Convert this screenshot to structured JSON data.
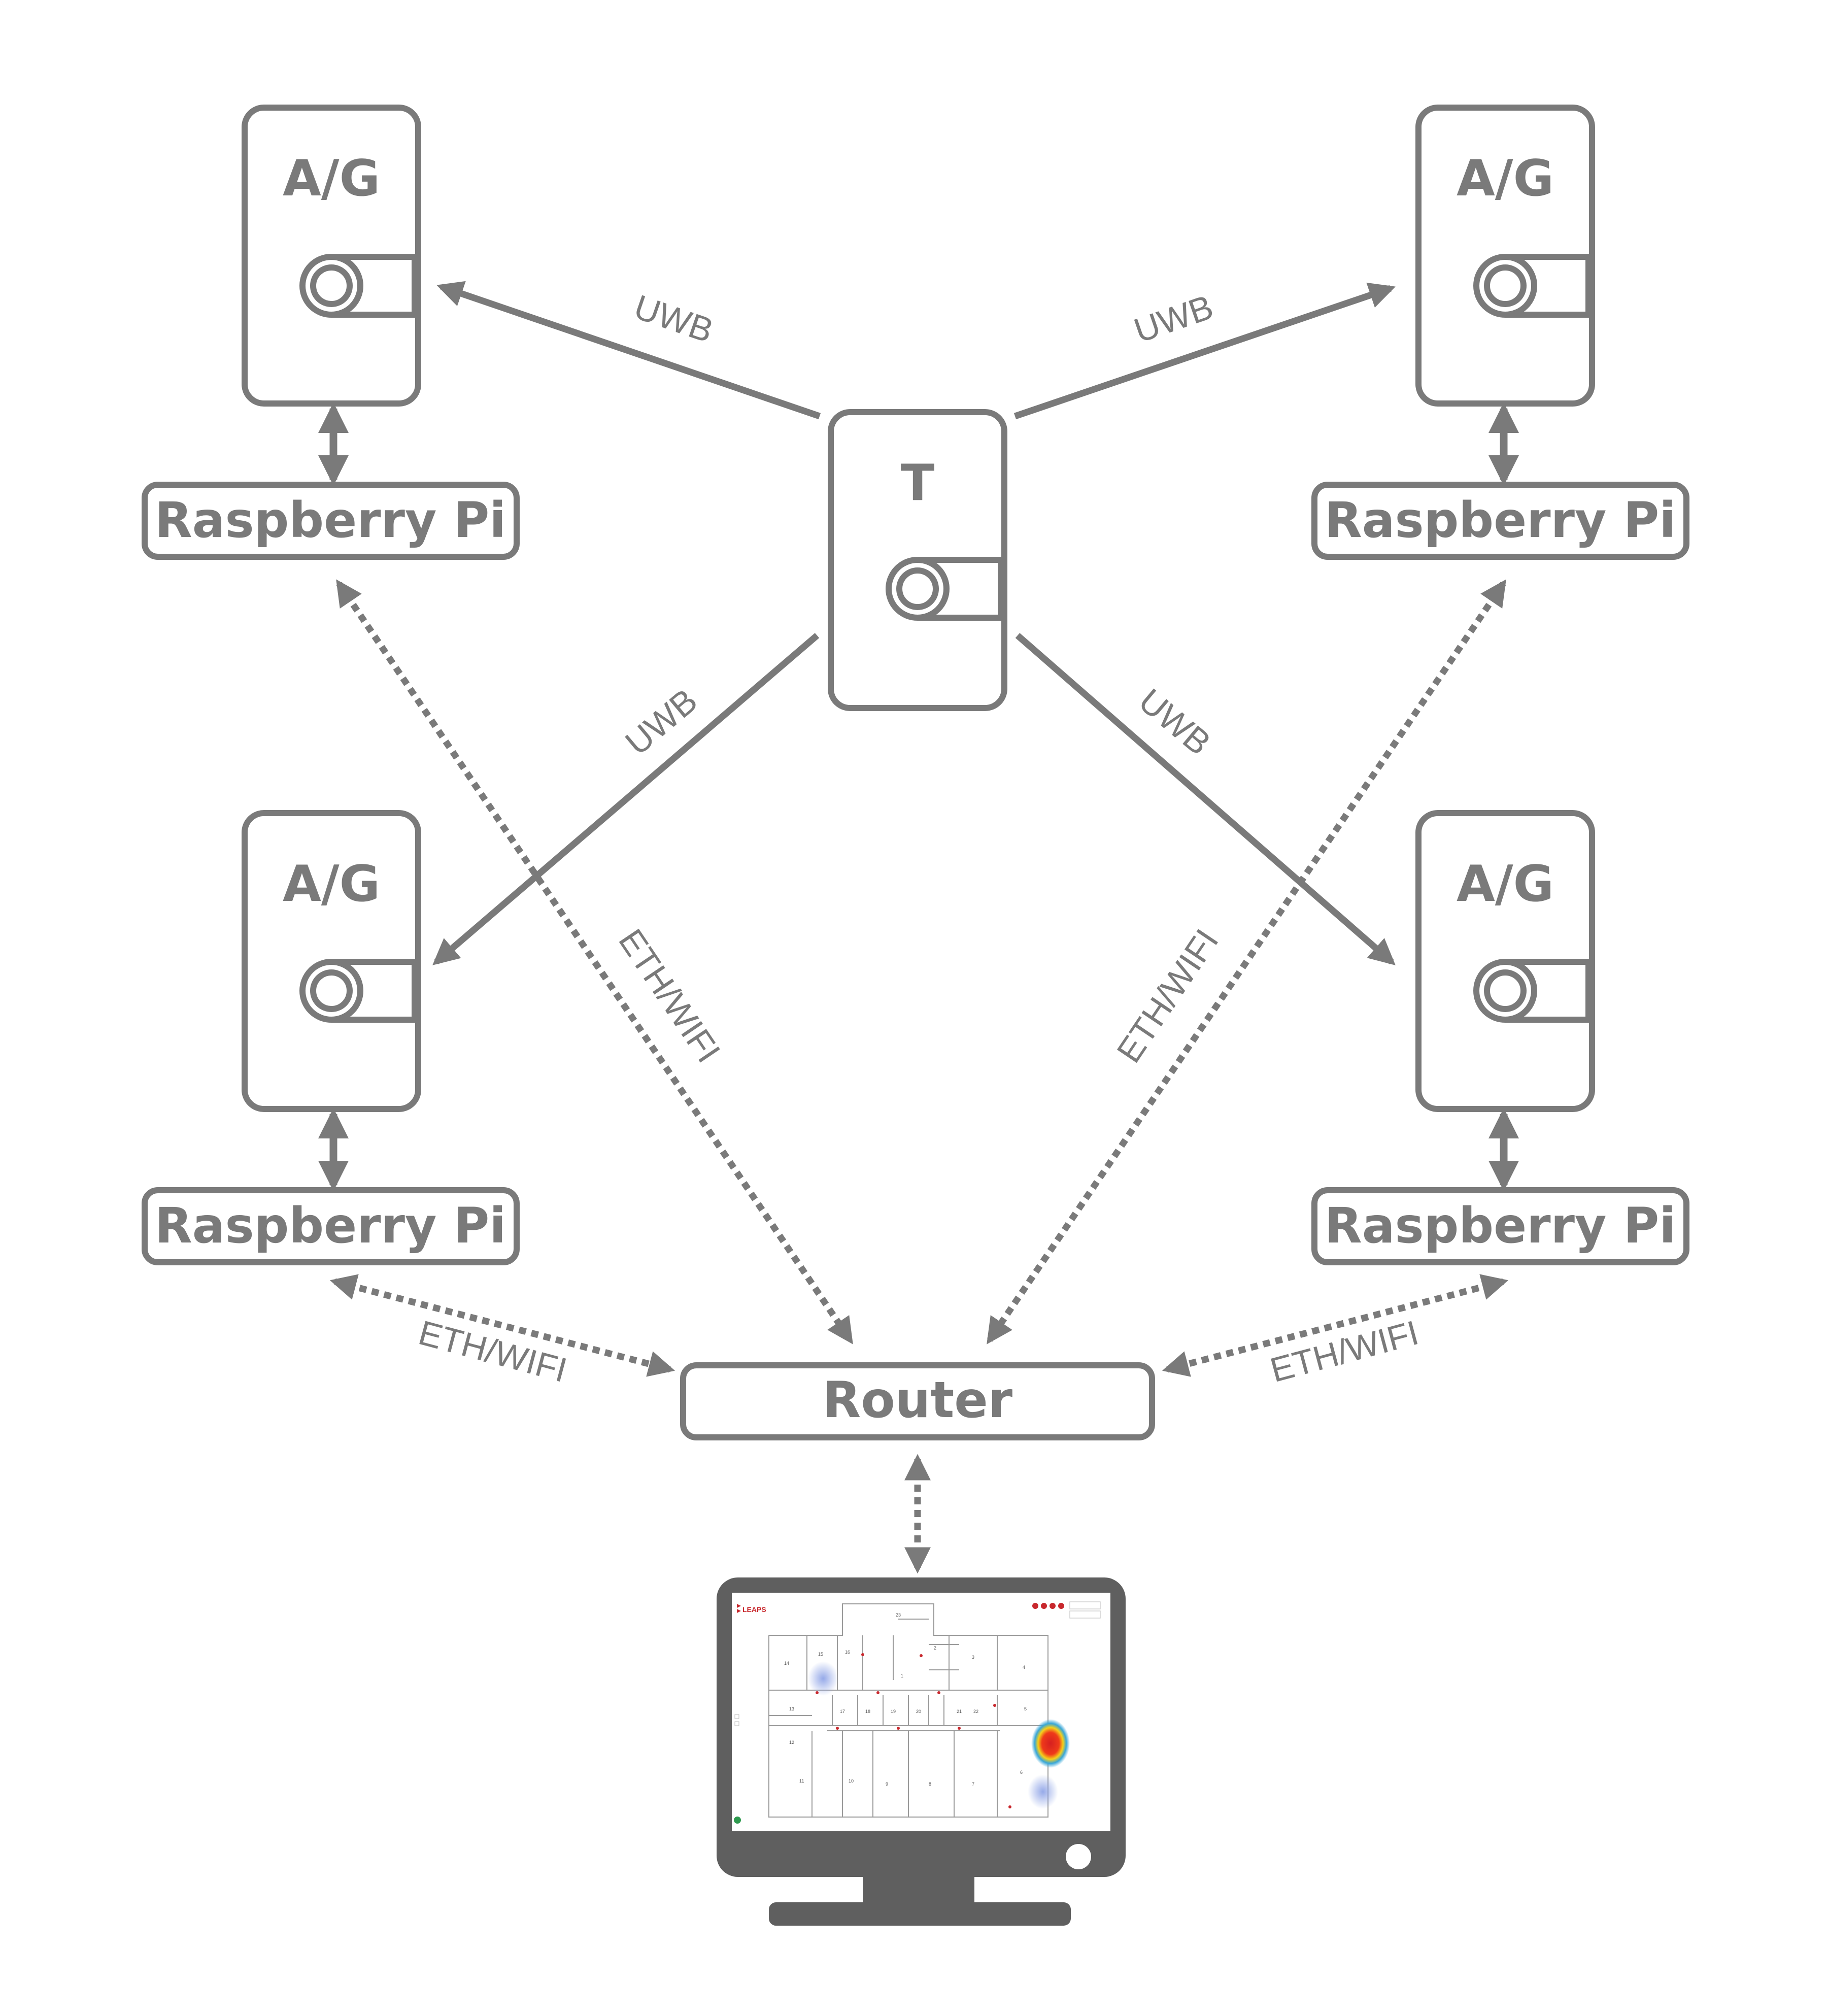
{
  "colors": {
    "stroke": "#7a7a7a",
    "monitor": "#5f5f5f",
    "accent": "#c8282d",
    "background": "#ffffff"
  },
  "tag": {
    "label": "T"
  },
  "anchors": [
    {
      "label": "A/G",
      "pi_label": "Raspberry Pi"
    },
    {
      "label": "A/G",
      "pi_label": "Raspberry Pi"
    },
    {
      "label": "A/G",
      "pi_label": "Raspberry Pi"
    },
    {
      "label": "A/G",
      "pi_label": "Raspberry Pi"
    }
  ],
  "router": {
    "label": "Router"
  },
  "links": {
    "uwb_label": "UWB",
    "network_label": "ETH/WIFI"
  },
  "monitor": {
    "icon": "computer-monitor-icon",
    "app": {
      "logo_text": "LEAPS",
      "rooms": [
        "23",
        "14",
        "15",
        "16",
        "2",
        "3",
        "4",
        "1",
        "13",
        "17",
        "18",
        "19",
        "20",
        "21",
        "22",
        "5",
        "12",
        "11",
        "10",
        "9",
        "8",
        "7",
        "6"
      ]
    }
  }
}
